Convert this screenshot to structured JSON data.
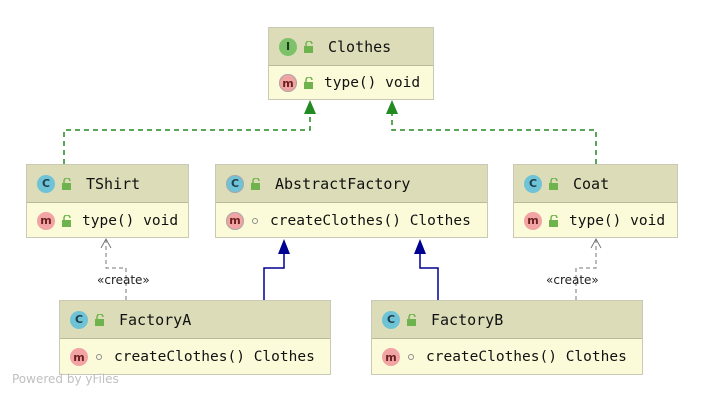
{
  "nodes": {
    "clothes": {
      "kind": "I",
      "name": "Clothes",
      "member": {
        "name": "type()",
        "type": "void"
      }
    },
    "tshirt": {
      "kind": "C",
      "name": "TShirt",
      "member": {
        "name": "type()",
        "type": "void"
      }
    },
    "abstract_factory": {
      "kind": "C",
      "name": "AbstractFactory",
      "member": {
        "name": "createClothes()",
        "type": "Clothes"
      }
    },
    "coat": {
      "kind": "C",
      "name": "Coat",
      "member": {
        "name": "type()",
        "type": "void"
      }
    },
    "factory_a": {
      "kind": "C",
      "name": "FactoryA",
      "member": {
        "name": "createClothes()",
        "type": "Clothes"
      }
    },
    "factory_b": {
      "kind": "C",
      "name": "FactoryB",
      "member": {
        "name": "createClothes()",
        "type": "Clothes"
      }
    }
  },
  "method_badge": "m",
  "edges": {
    "create_label": "«create»"
  },
  "colors": {
    "implements": "#218a21",
    "extends": "#000090",
    "dependency": "#777777"
  },
  "footer": "Powered by yFiles"
}
